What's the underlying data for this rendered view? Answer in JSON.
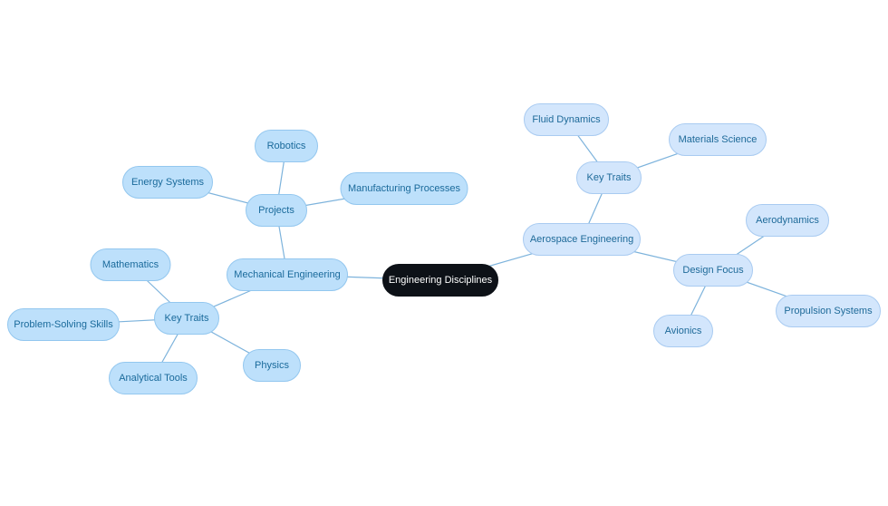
{
  "diagram": {
    "colors": {
      "center_fill": "#0d1117",
      "center_text": "#ffffff",
      "mechanical_fill": "#bde0fb",
      "mechanical_border": "#93c7ef",
      "aerospace_fill": "#d3e6fc",
      "aerospace_border": "#a9cbf1",
      "node_text": "#1a6a9b",
      "edge": "#7db3dc"
    },
    "root": "Engineering Disciplines",
    "mechanical": {
      "label": "Mechanical Engineering",
      "projects": {
        "label": "Projects",
        "robotics": "Robotics",
        "energy_systems": "Energy Systems",
        "manufacturing_processes": "Manufacturing Processes"
      },
      "key_traits": {
        "label": "Key Traits",
        "mathematics": "Mathematics",
        "problem_solving_skills": "Problem-Solving Skills",
        "analytical_tools": "Analytical Tools",
        "physics": "Physics"
      }
    },
    "aerospace": {
      "label": "Aerospace Engineering",
      "key_traits": {
        "label": "Key Traits",
        "fluid_dynamics": "Fluid Dynamics",
        "materials_science": "Materials Science"
      },
      "design_focus": {
        "label": "Design Focus",
        "aerodynamics": "Aerodynamics",
        "propulsion_systems": "Propulsion Systems",
        "avionics": "Avionics"
      }
    }
  }
}
